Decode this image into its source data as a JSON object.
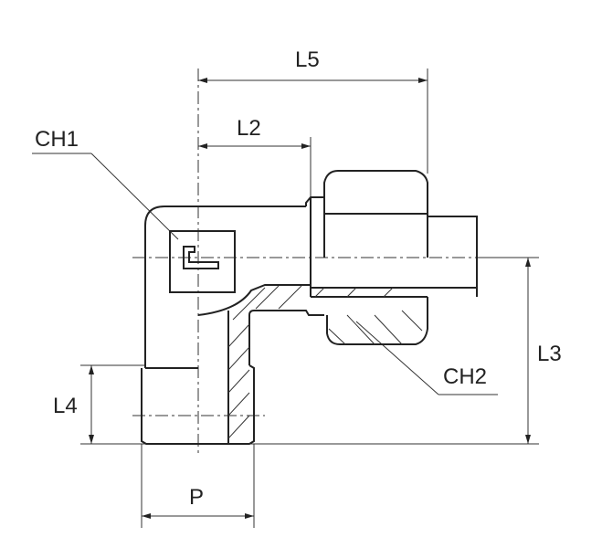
{
  "drawing": {
    "labels": {
      "l5": "L5",
      "l2": "L2",
      "ch1": "CH1",
      "ch2": "CH2",
      "l3": "L3",
      "l4": "L4",
      "p": "P"
    },
    "line_color": "#222222"
  }
}
